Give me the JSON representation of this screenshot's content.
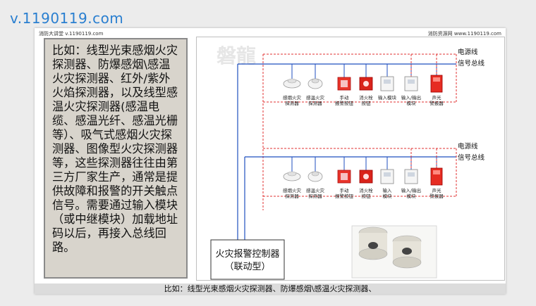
{
  "watermark": "v.1190119.com",
  "header": {
    "left": "消防大讲堂 v.1190119.com",
    "right": "消防资源网 www.1190119.com"
  },
  "body_text": "比如：线型光束感烟火灾探测器、防爆感烟\\感温火灾探测器、红外/紫外火焰探测器，以及线型感温火灾探测器(感温电缆、感温光纤、感温光栅等）、吸气式感烟火灾探测器、图像型火灾探测器等，这些探测器往往由第三方厂家生产，通常是提供故障和报警的开关触点信号。需要通过输入模块（或中继模块）加载地址码以后，再接入总线回路。",
  "diagram": {
    "bg_watermark": "磐龍",
    "controller": {
      "line1": "火灾报警控制器",
      "line2": "（联动型）"
    },
    "bus_labels": {
      "power": "电源线",
      "signal": "信号总线"
    },
    "rows": [
      {
        "devices": [
          {
            "l1": "感烟火灾",
            "l2": "探测器",
            "icon": "smoke-detector-icon"
          },
          {
            "l1": "感温火灾",
            "l2": "探测器",
            "icon": "heat-detector-icon"
          },
          {
            "l1": "手动",
            "l2": "报警按钮",
            "icon": "manual-alarm-button-icon"
          },
          {
            "l1": "消火栓",
            "l2": "按钮",
            "icon": "hydrant-button-icon"
          },
          {
            "l1": "输入模块",
            "l2": "",
            "icon": "input-module-icon"
          },
          {
            "l1": "输入/输出",
            "l2": "模块",
            "icon": "io-module-icon"
          },
          {
            "l1": "声光",
            "l2": "警报器",
            "icon": "sound-light-alarm-icon"
          }
        ]
      },
      {
        "devices": [
          {
            "l1": "感烟火灾",
            "l2": "探测器",
            "icon": "smoke-detector-icon"
          },
          {
            "l1": "感温火灾",
            "l2": "探测器",
            "icon": "heat-detector-icon"
          },
          {
            "l1": "手动",
            "l2": "报警按钮",
            "icon": "manual-alarm-button-icon"
          },
          {
            "l1": "消火栓",
            "l2": "按钮",
            "icon": "hydrant-button-icon"
          },
          {
            "l1": "输入",
            "l2": "模块",
            "icon": "input-module-icon"
          },
          {
            "l1": "输入/输出",
            "l2": "模块",
            "icon": "io-module-icon"
          },
          {
            "l1": "声光",
            "l2": "警报器",
            "icon": "sound-light-alarm-icon"
          }
        ]
      }
    ]
  },
  "caption": "比如：线型光束感烟火灾探测器、防爆感烟\\感温火灾探测器、",
  "colors": {
    "bus_blue": "#1f4fbf",
    "power_red": "#e03030",
    "watermark_blue": "#2a7fd0"
  }
}
